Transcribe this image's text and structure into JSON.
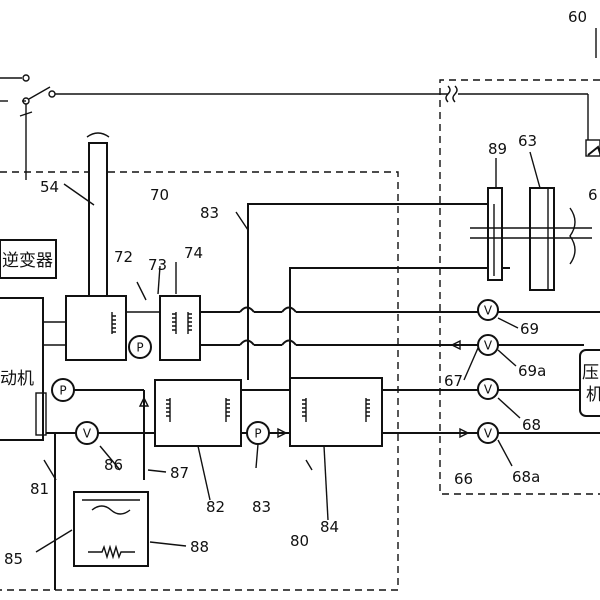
{
  "labels": {
    "n60": "60",
    "n54": "54",
    "n70": "70",
    "n72": "72",
    "n73": "73",
    "n74": "74",
    "n83_top": "83",
    "n89": "89",
    "n63": "63",
    "n6_partial": "6",
    "n69": "69",
    "n69a": "69a",
    "n67": "67",
    "n68": "68",
    "n68a": "68a",
    "n66": "66",
    "n81": "81",
    "n86": "86",
    "n87": "87",
    "n82": "82",
    "n83_bottom": "83",
    "n84": "84",
    "n80": "80",
    "n85": "85",
    "n88": "88"
  },
  "text": {
    "inverter": "逆变器",
    "engine_partial": "动机",
    "compressor_top": "压",
    "compressor_bottom": "机"
  },
  "symbols": {
    "pump": "P",
    "valve": "V"
  }
}
